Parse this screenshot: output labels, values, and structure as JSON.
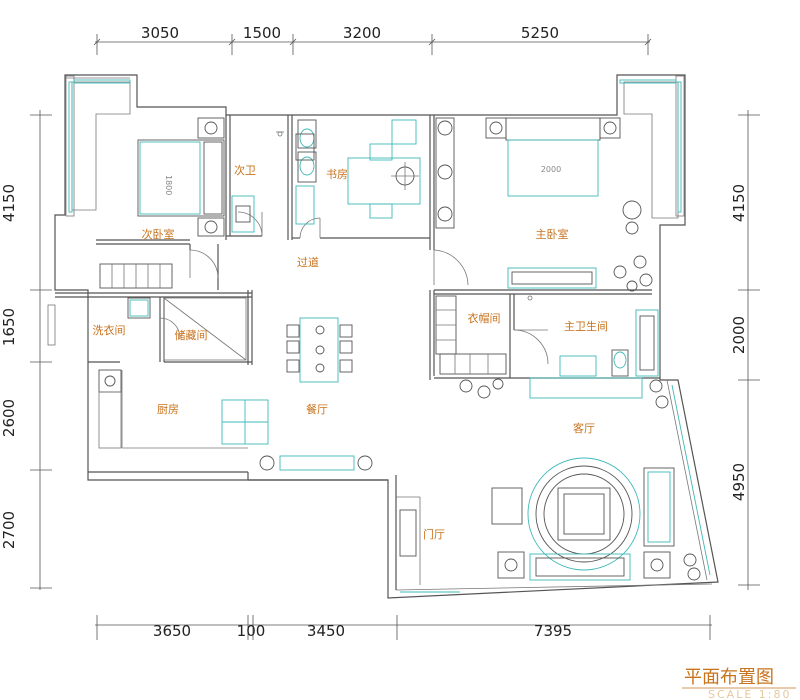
{
  "dimensions": {
    "top": [
      "3050",
      "1500",
      "3200",
      "5250"
    ],
    "bottom": [
      "3650",
      "100",
      "3450",
      "7395"
    ],
    "left": [
      "4150",
      "1650",
      "2600",
      "2700"
    ],
    "right": [
      "4150",
      "2000",
      "4950"
    ]
  },
  "rooms": {
    "second_bedroom": "次卧室",
    "second_bath": "次卫",
    "study": "书房",
    "corridor": "过道",
    "master_bedroom": "主卧室",
    "laundry": "洗衣间",
    "storage": "储藏间",
    "cloakroom": "衣帽间",
    "master_bath": "主卫生间",
    "kitchen": "厨房",
    "dining": "餐厅",
    "living": "客厅",
    "foyer": "门厅"
  },
  "furniture_labels": {
    "bed_small": "1800",
    "bed_master": "2000"
  },
  "title": "平面布置图",
  "scale": "SCALE 1:80"
}
